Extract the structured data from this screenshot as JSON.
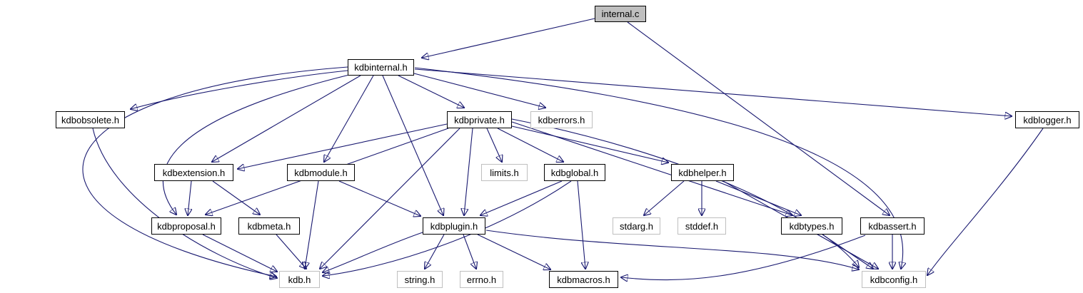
{
  "diagram": {
    "type": "include-dependency-graph",
    "edge_color": "#191970",
    "node_fill": "#ffffff",
    "root_fill": "#bfbfbf",
    "linked_border_color": "#000000",
    "external_border_color": "#bfbfbf",
    "nodes": [
      {
        "label": "internal.c",
        "kind": "root"
      },
      {
        "label": "kdbinternal.h",
        "kind": "linked"
      },
      {
        "label": "kdbobsolete.h",
        "kind": "linked"
      },
      {
        "label": "kdbprivate.h",
        "kind": "linked"
      },
      {
        "label": "kdberrors.h",
        "kind": "external"
      },
      {
        "label": "kdblogger.h",
        "kind": "linked"
      },
      {
        "label": "kdbextension.h",
        "kind": "linked"
      },
      {
        "label": "kdbmodule.h",
        "kind": "linked"
      },
      {
        "label": "limits.h",
        "kind": "external"
      },
      {
        "label": "kdbglobal.h",
        "kind": "linked"
      },
      {
        "label": "kdbhelper.h",
        "kind": "linked"
      },
      {
        "label": "kdbproposal.h",
        "kind": "linked"
      },
      {
        "label": "kdbmeta.h",
        "kind": "linked"
      },
      {
        "label": "kdbplugin.h",
        "kind": "linked"
      },
      {
        "label": "stdarg.h",
        "kind": "external"
      },
      {
        "label": "stddef.h",
        "kind": "external"
      },
      {
        "label": "kdbtypes.h",
        "kind": "linked"
      },
      {
        "label": "kdbassert.h",
        "kind": "linked"
      },
      {
        "label": "kdb.h",
        "kind": "external"
      },
      {
        "label": "string.h",
        "kind": "external"
      },
      {
        "label": "errno.h",
        "kind": "external"
      },
      {
        "label": "kdbmacros.h",
        "kind": "linked"
      },
      {
        "label": "kdbconfig.h",
        "kind": "external"
      }
    ],
    "edges": [
      {
        "from": "internal.c",
        "to": "kdbinternal.h"
      },
      {
        "from": "internal.c",
        "to": "kdbassert.h"
      },
      {
        "from": "kdbinternal.h",
        "to": "kdbobsolete.h"
      },
      {
        "from": "kdbinternal.h",
        "to": "kdbprivate.h"
      },
      {
        "from": "kdbinternal.h",
        "to": "kdberrors.h"
      },
      {
        "from": "kdbinternal.h",
        "to": "kdblogger.h"
      },
      {
        "from": "kdbinternal.h",
        "to": "kdbextension.h"
      },
      {
        "from": "kdbinternal.h",
        "to": "kdbmodule.h"
      },
      {
        "from": "kdbinternal.h",
        "to": "kdbproposal.h"
      },
      {
        "from": "kdbinternal.h",
        "to": "kdbplugin.h"
      },
      {
        "from": "kdbinternal.h",
        "to": "kdb.h"
      },
      {
        "from": "kdbinternal.h",
        "to": "kdbconfig.h"
      },
      {
        "from": "kdbobsolete.h",
        "to": "kdb.h"
      },
      {
        "from": "kdbprivate.h",
        "to": "kdbextension.h"
      },
      {
        "from": "kdbprivate.h",
        "to": "kdbproposal.h"
      },
      {
        "from": "kdbprivate.h",
        "to": "kdbplugin.h"
      },
      {
        "from": "kdbprivate.h",
        "to": "kdb.h"
      },
      {
        "from": "kdbprivate.h",
        "to": "limits.h"
      },
      {
        "from": "kdbprivate.h",
        "to": "kdbglobal.h"
      },
      {
        "from": "kdbprivate.h",
        "to": "kdbhelper.h"
      },
      {
        "from": "kdbprivate.h",
        "to": "kdbtypes.h"
      },
      {
        "from": "kdbprivate.h",
        "to": "kdbconfig.h"
      },
      {
        "from": "kdbextension.h",
        "to": "kdbproposal.h"
      },
      {
        "from": "kdbextension.h",
        "to": "kdbmeta.h"
      },
      {
        "from": "kdbmodule.h",
        "to": "kdb.h"
      },
      {
        "from": "kdbmodule.h",
        "to": "kdbplugin.h"
      },
      {
        "from": "kdbproposal.h",
        "to": "kdb.h"
      },
      {
        "from": "kdbmeta.h",
        "to": "kdb.h"
      },
      {
        "from": "kdbglobal.h",
        "to": "kdb.h"
      },
      {
        "from": "kdbglobal.h",
        "to": "kdbplugin.h"
      },
      {
        "from": "kdbglobal.h",
        "to": "kdbmacros.h"
      },
      {
        "from": "kdbplugin.h",
        "to": "kdb.h"
      },
      {
        "from": "kdbplugin.h",
        "to": "string.h"
      },
      {
        "from": "kdbplugin.h",
        "to": "errno.h"
      },
      {
        "from": "kdbplugin.h",
        "to": "kdbmacros.h"
      },
      {
        "from": "kdbplugin.h",
        "to": "kdbconfig.h"
      },
      {
        "from": "kdbhelper.h",
        "to": "stdarg.h"
      },
      {
        "from": "kdbhelper.h",
        "to": "stddef.h"
      },
      {
        "from": "kdbhelper.h",
        "to": "kdbtypes.h"
      },
      {
        "from": "kdbhelper.h",
        "to": "kdbconfig.h"
      },
      {
        "from": "kdbtypes.h",
        "to": "kdbconfig.h"
      },
      {
        "from": "kdbassert.h",
        "to": "kdbconfig.h"
      },
      {
        "from": "kdbassert.h",
        "to": "kdbmacros.h"
      },
      {
        "from": "kdblogger.h",
        "to": "kdbconfig.h"
      }
    ]
  }
}
